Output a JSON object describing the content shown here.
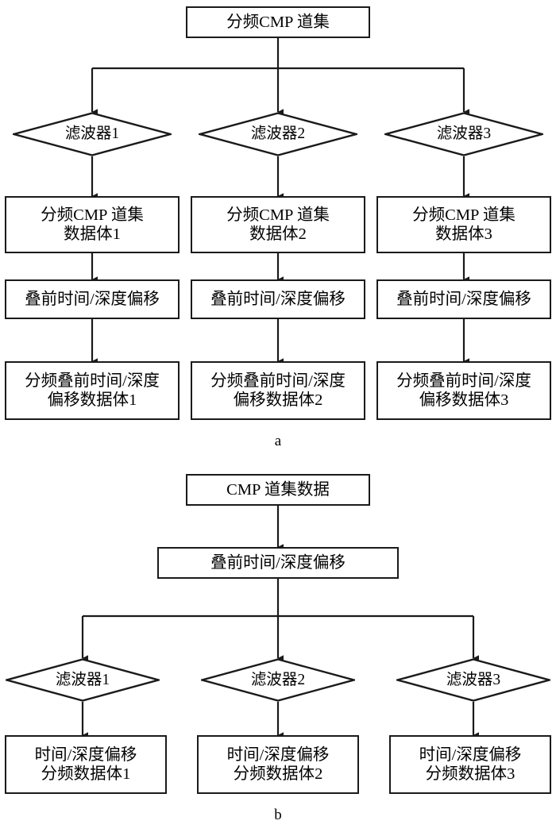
{
  "figure": {
    "panels": [
      {
        "id": "a",
        "caption": "a",
        "root": {
          "label": "分频CMP 道集"
        },
        "columns": [
          {
            "filter": "滤波器1",
            "gather": "分频CMP 道集\n数据体1",
            "migration": "叠前时间/深度偏移",
            "result": "分频叠前时间/深度\n偏移数据体1"
          },
          {
            "filter": "滤波器2",
            "gather": "分频CMP 道集\n数据体2",
            "migration": "叠前时间/深度偏移",
            "result": "分频叠前时间/深度\n偏移数据体2"
          },
          {
            "filter": "滤波器3",
            "gather": "分频CMP 道集\n数据体3",
            "migration": "叠前时间/深度偏移",
            "result": "分频叠前时间/深度\n偏移数据体3"
          }
        ]
      },
      {
        "id": "b",
        "caption": "b",
        "root": {
          "label": "CMP 道集数据"
        },
        "migration": {
          "label": "叠前时间/深度偏移"
        },
        "columns": [
          {
            "filter": "滤波器1",
            "result": "时间/深度偏移\n分频数据体1"
          },
          {
            "filter": "滤波器2",
            "result": "时间/深度偏移\n分频数据体2"
          },
          {
            "filter": "滤波器3",
            "result": "时间/深度偏移\n分频数据体3"
          }
        ]
      }
    ]
  },
  "style": {
    "stroke": "#1a1a1a",
    "fill": "#ffffff"
  }
}
